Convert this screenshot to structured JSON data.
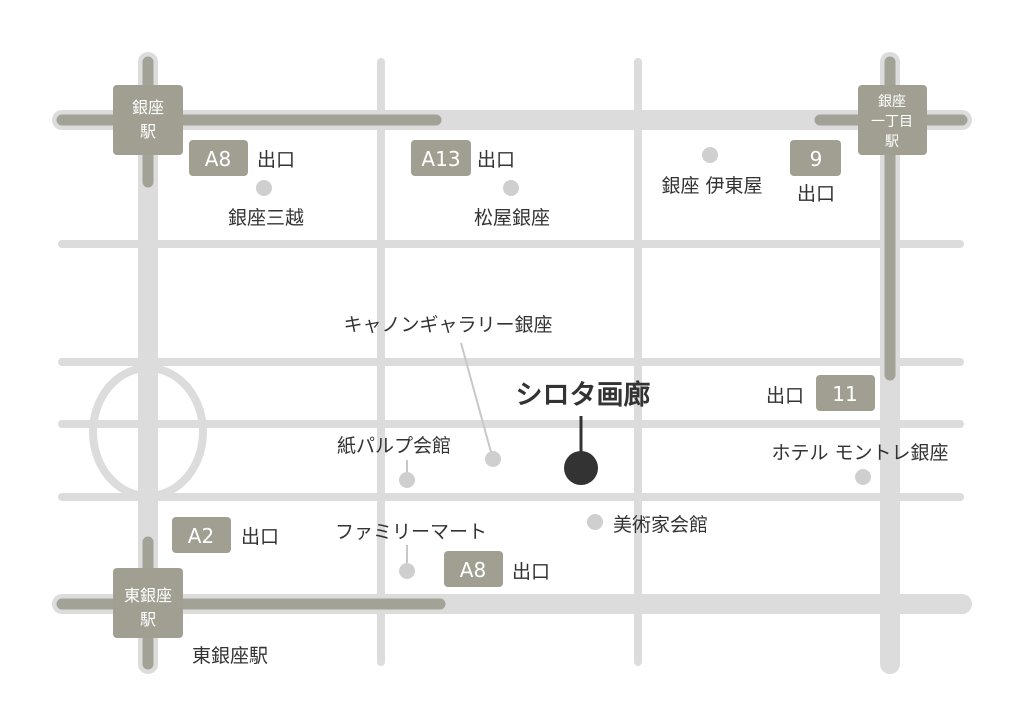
{
  "stations": {
    "ginza": [
      "銀座",
      "駅"
    ],
    "ginza_itchome": [
      "銀座",
      "一丁目",
      "駅"
    ],
    "higashi_ginza": [
      "東銀座",
      "駅"
    ]
  },
  "exits": {
    "a8_top": {
      "code": "A8",
      "label": "出口"
    },
    "a13": {
      "code": "A13",
      "label": "出口"
    },
    "e9": {
      "code": "9",
      "label": "出口"
    },
    "e11": {
      "code": "11",
      "label": "出口"
    },
    "a2": {
      "code": "A2",
      "label": "出口"
    },
    "a8_bottom": {
      "code": "A8",
      "label": "出口"
    }
  },
  "landmarks": {
    "mitsukoshi": "銀座三越",
    "matsuya": "松屋銀座",
    "itoya": "銀座 伊東屋",
    "canon": "キャノンギャラリー銀座",
    "paper_pulp": "紙パルプ会館",
    "familymart": "ファミリーマート",
    "bijutsuka": "美術家会館",
    "hotel": "ホテル モントレ銀座",
    "higashi_ginza_station": "東銀座駅"
  },
  "destination": "シロタ画廊",
  "colors": {
    "road": "#dcdcdc",
    "subway": "#a3a296",
    "badge": "#a09f92",
    "marker": "#333333"
  }
}
